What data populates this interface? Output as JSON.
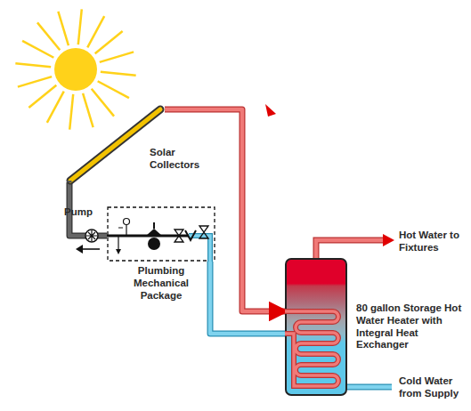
{
  "diagram": {
    "nodes": [
      {
        "text": [
          "Solar Collectors"
        ]
      },
      {
        "text": [
          "Plumbing Mechanical Package"
        ]
      },
      {
        "text": [
          "80 gallon Storage Hot Water Heater with Integral Heat Exchanger"
        ]
      }
    ],
    "edges": [
      {
        "from": 0,
        "to": 2,
        "arrow": "to"
      },
      {
        "from": 2,
        "to": 1,
        "arrow": "none"
      },
      {
        "from": 1,
        "to": 0,
        "arrow": "none"
      }
    ],
    "labels": [
      "Pump",
      "Hot Water to Fixtures",
      "Cold Water from Supply"
    ]
  }
}
